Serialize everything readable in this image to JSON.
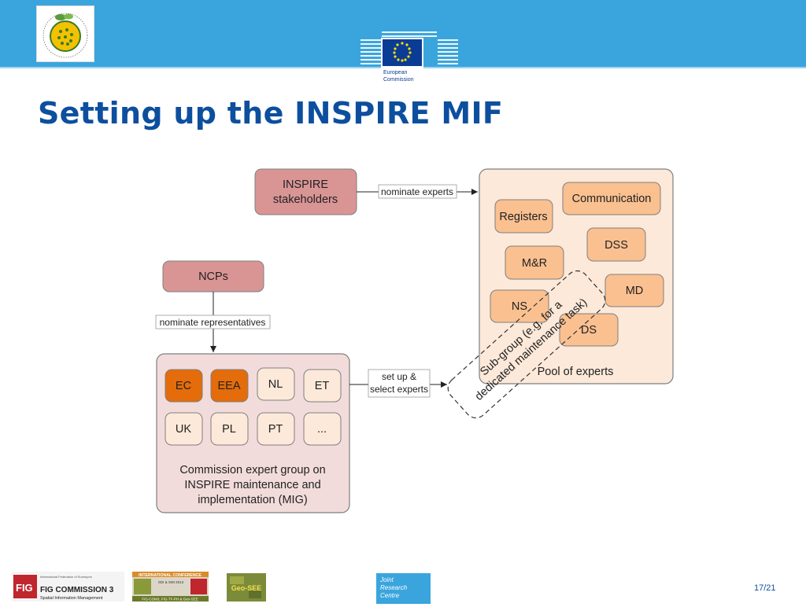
{
  "slide": {
    "title": "Setting up the INSPIRE MIF",
    "page": "17/21"
  },
  "logos": {
    "inspire": "INSPIRE - Infrastructure for Spatial Information in Europe",
    "ec_line1": "European",
    "ec_line2": "Commission"
  },
  "diagram": {
    "stakeholders_line1": "INSPIRE",
    "stakeholders_line2": "stakeholders",
    "nominate_experts": "nominate experts",
    "ncps": "NCPs",
    "nominate_representatives": "nominate representatives",
    "mig_members": [
      "EC",
      "EEA",
      "NL",
      "ET",
      "UK",
      "PL",
      "PT",
      "..."
    ],
    "mig_line1": "Commission expert group on",
    "mig_line2": "INSPIRE maintenance and",
    "mig_line3": "implementation (MIG)",
    "setup_line1": "set up &",
    "setup_line2": "select experts",
    "pool_members": [
      "Communication",
      "Registers",
      "DSS",
      "M&R",
      "MD",
      "NS",
      "DS"
    ],
    "pool_label": "Pool of experts",
    "subgroup_line1": "Sub-group (e.g. for a",
    "subgroup_line2": "dedicated maintenance task)"
  },
  "footer": {
    "fig_title": "FIG COMMISSION 3",
    "fig_sub": "Spatial Information Management",
    "fig_small": "International Federation of Surveyors",
    "conf_title": "INTERNATIONAL CONFERENCE",
    "conf_line": "SDI & SIM 2013",
    "conf_sub": "FIG-COM3, FIG-TF-PH & Geo-SEE",
    "geosee": "Geo-SEE",
    "jrc_line1": "Joint",
    "jrc_line2": "Research",
    "jrc_line3": "Centre"
  },
  "colors": {
    "header": "#3aa5dd",
    "title": "#0d4f9e",
    "stakeholder_fill": "#d99594",
    "mig_bg": "#f2dcdb",
    "pool_bg": "#fde9d9",
    "pool_box": "#fac090",
    "ec_fill": "#e46c0a"
  }
}
